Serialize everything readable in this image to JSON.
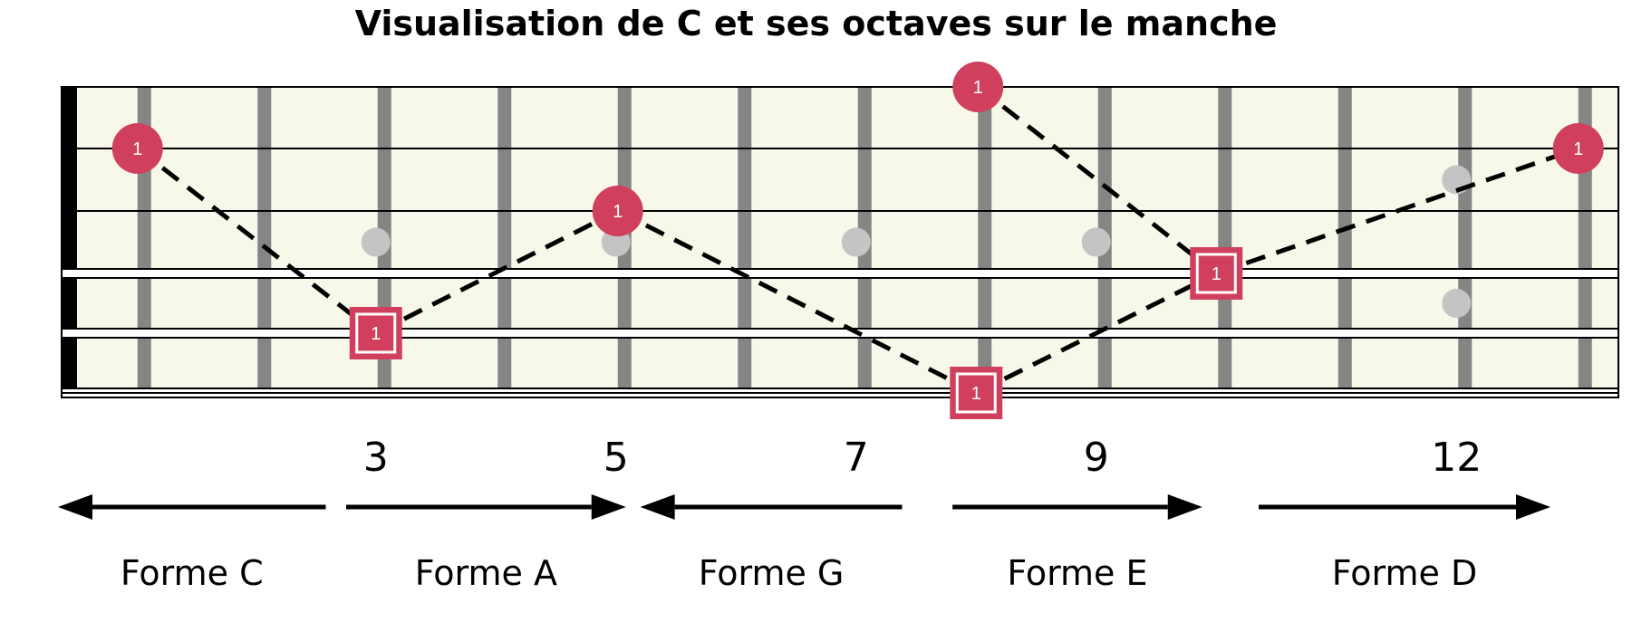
{
  "title": "Visualisation de C et ses octaves sur le manche",
  "colors": {
    "board": "#f7f7ea",
    "fret": "#858585",
    "nut": "#000000",
    "string": "#000000",
    "inlay": "#c4c4c4",
    "note": "#d0405e",
    "line": "#000000"
  },
  "fret_count": 13,
  "inlays": [
    {
      "fret": 3,
      "between_strings": [
        3,
        4
      ]
    },
    {
      "fret": 5,
      "between_strings": [
        3,
        4
      ]
    },
    {
      "fret": 7,
      "between_strings": [
        3,
        4
      ]
    },
    {
      "fret": 9,
      "between_strings": [
        3,
        4
      ]
    },
    {
      "fret": 12,
      "between_strings": [
        2,
        3
      ]
    },
    {
      "fret": 12,
      "between_strings": [
        4,
        5
      ]
    }
  ],
  "fret_numbers": [
    {
      "fret": 3,
      "label": "3"
    },
    {
      "fret": 5,
      "label": "5"
    },
    {
      "fret": 7,
      "label": "7"
    },
    {
      "fret": 9,
      "label": "9"
    },
    {
      "fret": 12,
      "label": "12"
    }
  ],
  "notes": [
    {
      "string": 2,
      "fret": 1,
      "shape": "circle",
      "label": "1"
    },
    {
      "string": 5,
      "fret": 3,
      "shape": "square",
      "label": "1"
    },
    {
      "string": 3,
      "fret": 5,
      "shape": "circle",
      "label": "1"
    },
    {
      "string": 6,
      "fret": 8,
      "shape": "square",
      "label": "1"
    },
    {
      "string": 1,
      "fret": 8,
      "shape": "circle",
      "label": "1"
    },
    {
      "string": 4,
      "fret": 10,
      "shape": "square",
      "label": "1"
    },
    {
      "string": 2,
      "fret": 13,
      "shape": "circle",
      "label": "1"
    }
  ],
  "connections": [
    [
      0,
      1
    ],
    [
      1,
      2
    ],
    [
      2,
      3
    ],
    [
      3,
      5
    ],
    [
      4,
      5
    ],
    [
      5,
      6
    ]
  ],
  "shapes": [
    {
      "label": "Forme C",
      "direction": "left",
      "from_fret": 0,
      "to_fret": 2.2
    },
    {
      "label": "Forme A",
      "direction": "right",
      "from_fret": 2.4,
      "to_fret": 4.7
    },
    {
      "label": "Forme G",
      "direction": "left",
      "from_fret": 4.85,
      "to_fret": 7.0
    },
    {
      "label": "Forme E",
      "direction": "right",
      "from_fret": 7.45,
      "to_fret": 9.5
    },
    {
      "label": "Forme D",
      "direction": "right",
      "from_fret": 10.0,
      "to_fret": 12.4
    }
  ]
}
